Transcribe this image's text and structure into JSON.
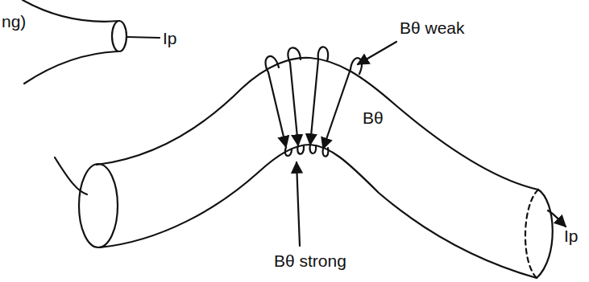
{
  "diagram": {
    "labels": [
      "ng)",
      "Ip",
      "Bθ weak",
      "Bθ",
      "Bθ strong",
      "Ip"
    ]
  }
}
